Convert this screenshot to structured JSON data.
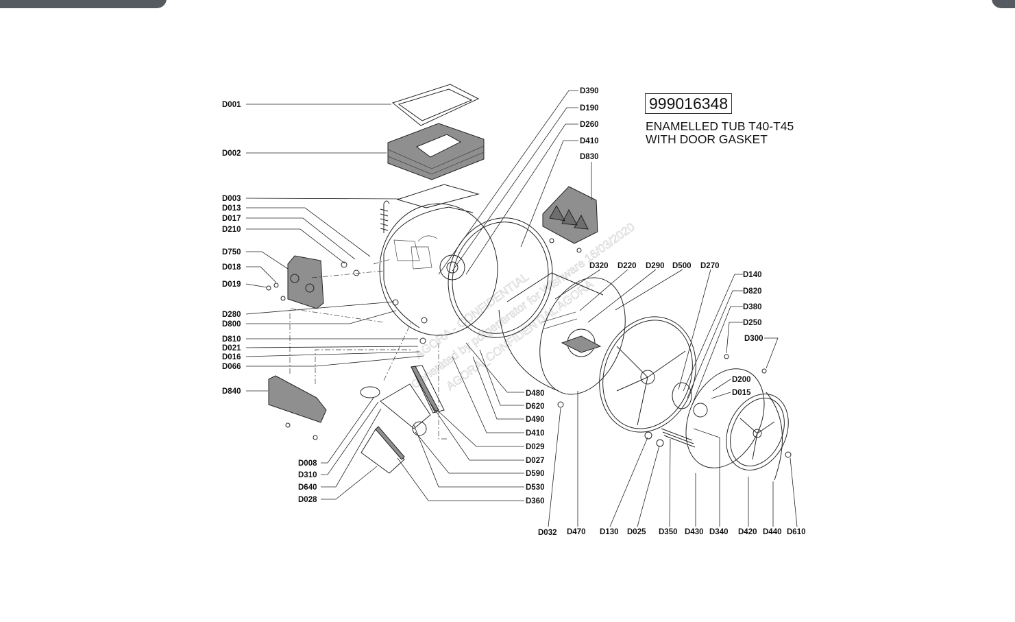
{
  "diagram": {
    "part_code": "999016348",
    "title_line_1": "ENAMELLED TUB T40-T45",
    "title_line_2": "WITH DOOR GASKET",
    "watermark_lines": [
      "AGORA - CONFIDENTIAL",
      "Generated by pdfgenerator for Wishware 16/03/2020",
      "AGORA_CONFIDENTIAL AGORA"
    ],
    "labels": {
      "D001": "D001",
      "D002": "D002",
      "D003": "D003",
      "D013": "D013",
      "D017": "D017",
      "D210": "D210",
      "D750": "D750",
      "D018": "D018",
      "D019": "D019",
      "D280": "D280",
      "D800": "D800",
      "D810": "D810",
      "D021": "D021",
      "D016": "D016",
      "D066": "D066",
      "D840": "D840",
      "D008": "D008",
      "D310": "D310",
      "D640": "D640",
      "D028": "D028",
      "D390": "D390",
      "D190": "D190",
      "D260": "D260",
      "D410": "D410",
      "D830": "D830",
      "D320": "D320",
      "D220": "D220",
      "D290": "D290",
      "D500": "D500",
      "D270": "D270",
      "D140": "D140",
      "D820": "D820",
      "D380": "D380",
      "D250": "D250",
      "D300": "D300",
      "D200": "D200",
      "D015": "D015",
      "D480": "D480",
      "D620": "D620",
      "D490": "D490",
      "D410b": "D410",
      "D029": "D029",
      "D027": "D027",
      "D590": "D590",
      "D530": "D530",
      "D360": "D360",
      "D032": "D032",
      "D470": "D470",
      "D130": "D130",
      "D025": "D025",
      "D350": "D350",
      "D430": "D430",
      "D340": "D340",
      "D420": "D420",
      "D440": "D440",
      "D610": "D610"
    }
  }
}
